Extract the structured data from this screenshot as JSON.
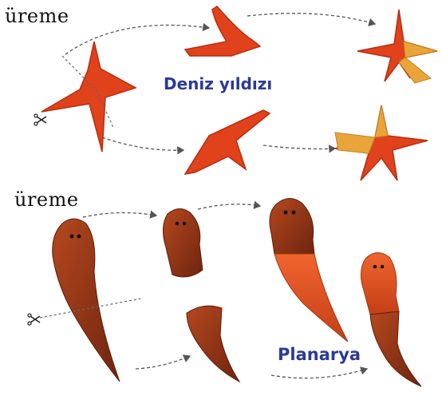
{
  "captions": {
    "top": "üreme",
    "bottom": "üreme"
  },
  "labels": {
    "starfish": "Deniz yıldızı",
    "planaria": "Planarya"
  },
  "icons": {
    "cut_marker": "scissors-icon"
  },
  "colors": {
    "starfish_red": "#e0421c",
    "starfish_yellow": "#e9a53a",
    "planaria_body": "#a8401d",
    "planaria_regrowth": "#e2552a",
    "label_blue": "#2a3a9a",
    "arrow_gray": "#555555"
  }
}
